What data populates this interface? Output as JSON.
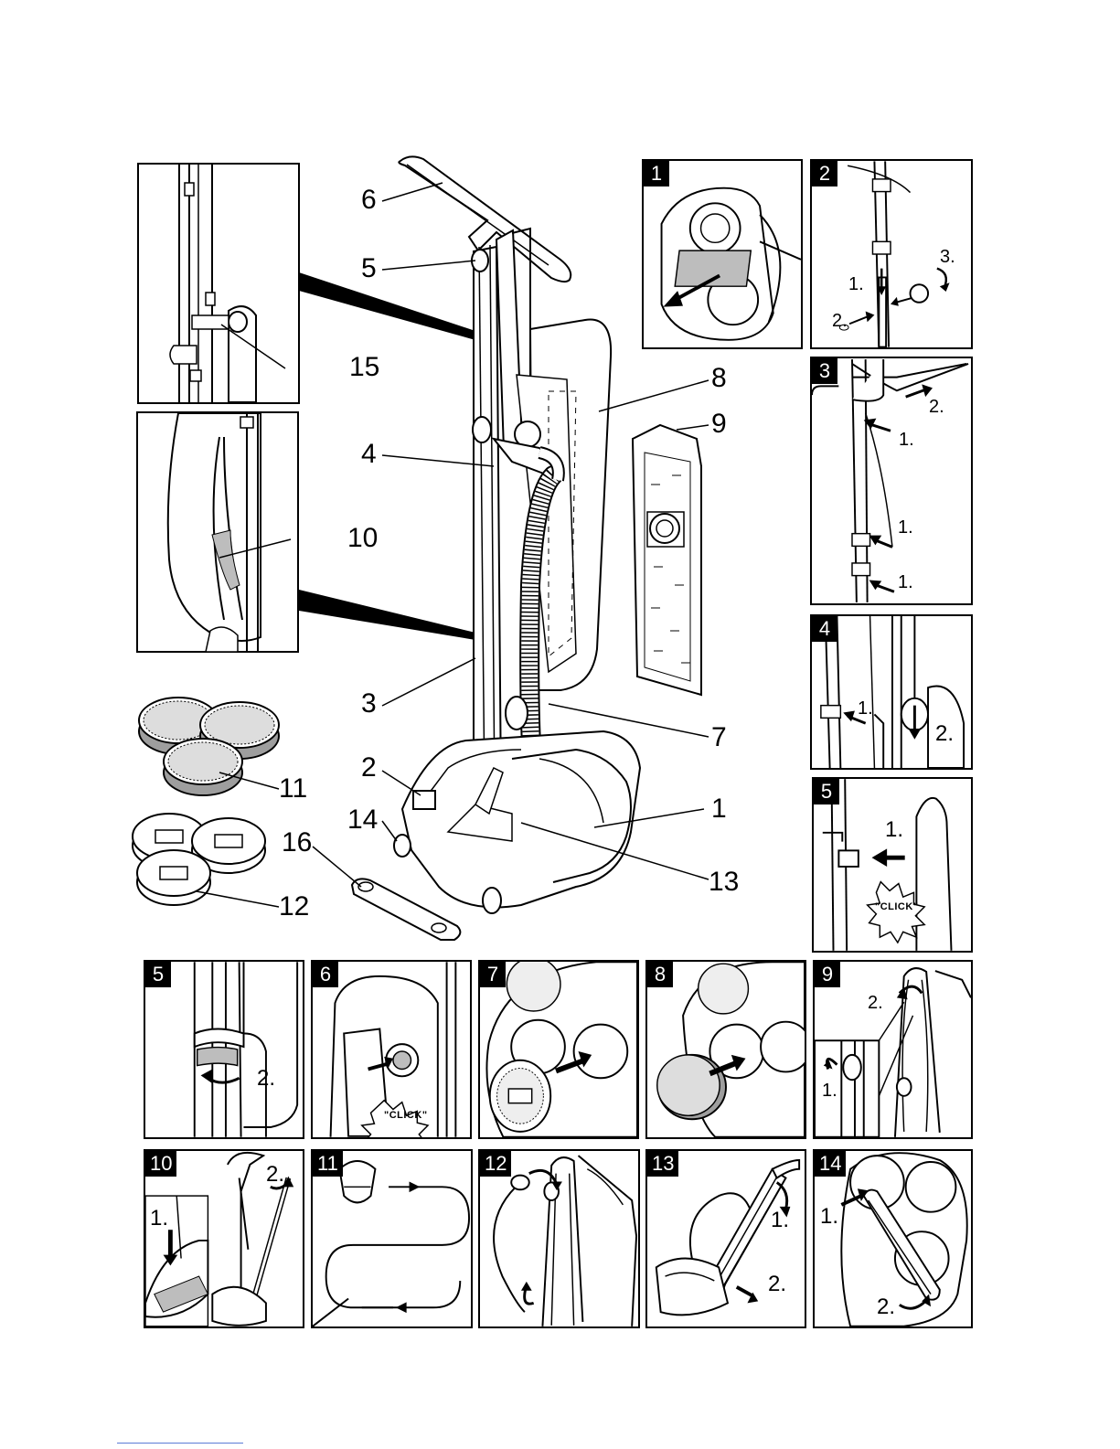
{
  "overview": {
    "callouts": [
      "1",
      "2",
      "3",
      "4",
      "5",
      "6",
      "7",
      "8",
      "9",
      "10",
      "11",
      "12",
      "13",
      "14",
      "15",
      "16"
    ]
  },
  "panels": [
    {
      "id": "1",
      "steps": []
    },
    {
      "id": "2",
      "steps": [
        "1.",
        "2.",
        "3."
      ]
    },
    {
      "id": "3",
      "steps": [
        "1.",
        "1.",
        "1.",
        "2."
      ]
    },
    {
      "id": "4",
      "steps": [
        "1.",
        "2."
      ]
    },
    {
      "id": "5a",
      "label": "5",
      "steps": [
        "1."
      ],
      "click": "\"CLICK\""
    },
    {
      "id": "5b",
      "label": "5",
      "steps": [
        "2."
      ]
    },
    {
      "id": "6",
      "steps": [],
      "click": "\"CLICK\""
    },
    {
      "id": "7",
      "steps": []
    },
    {
      "id": "8",
      "steps": []
    },
    {
      "id": "9",
      "steps": [
        "1.",
        "2."
      ]
    },
    {
      "id": "10",
      "steps": [
        "1.",
        "2."
      ]
    },
    {
      "id": "11",
      "steps": []
    },
    {
      "id": "12",
      "steps": []
    },
    {
      "id": "13",
      "steps": [
        "1.",
        "2."
      ]
    },
    {
      "id": "14",
      "steps": [
        "1.",
        "2."
      ]
    }
  ],
  "colors": {
    "ink": "#000000",
    "paper": "#ffffff",
    "shade": "#bdbdbd",
    "pad": "#9e9e9e",
    "link": "#5b7bd6"
  }
}
